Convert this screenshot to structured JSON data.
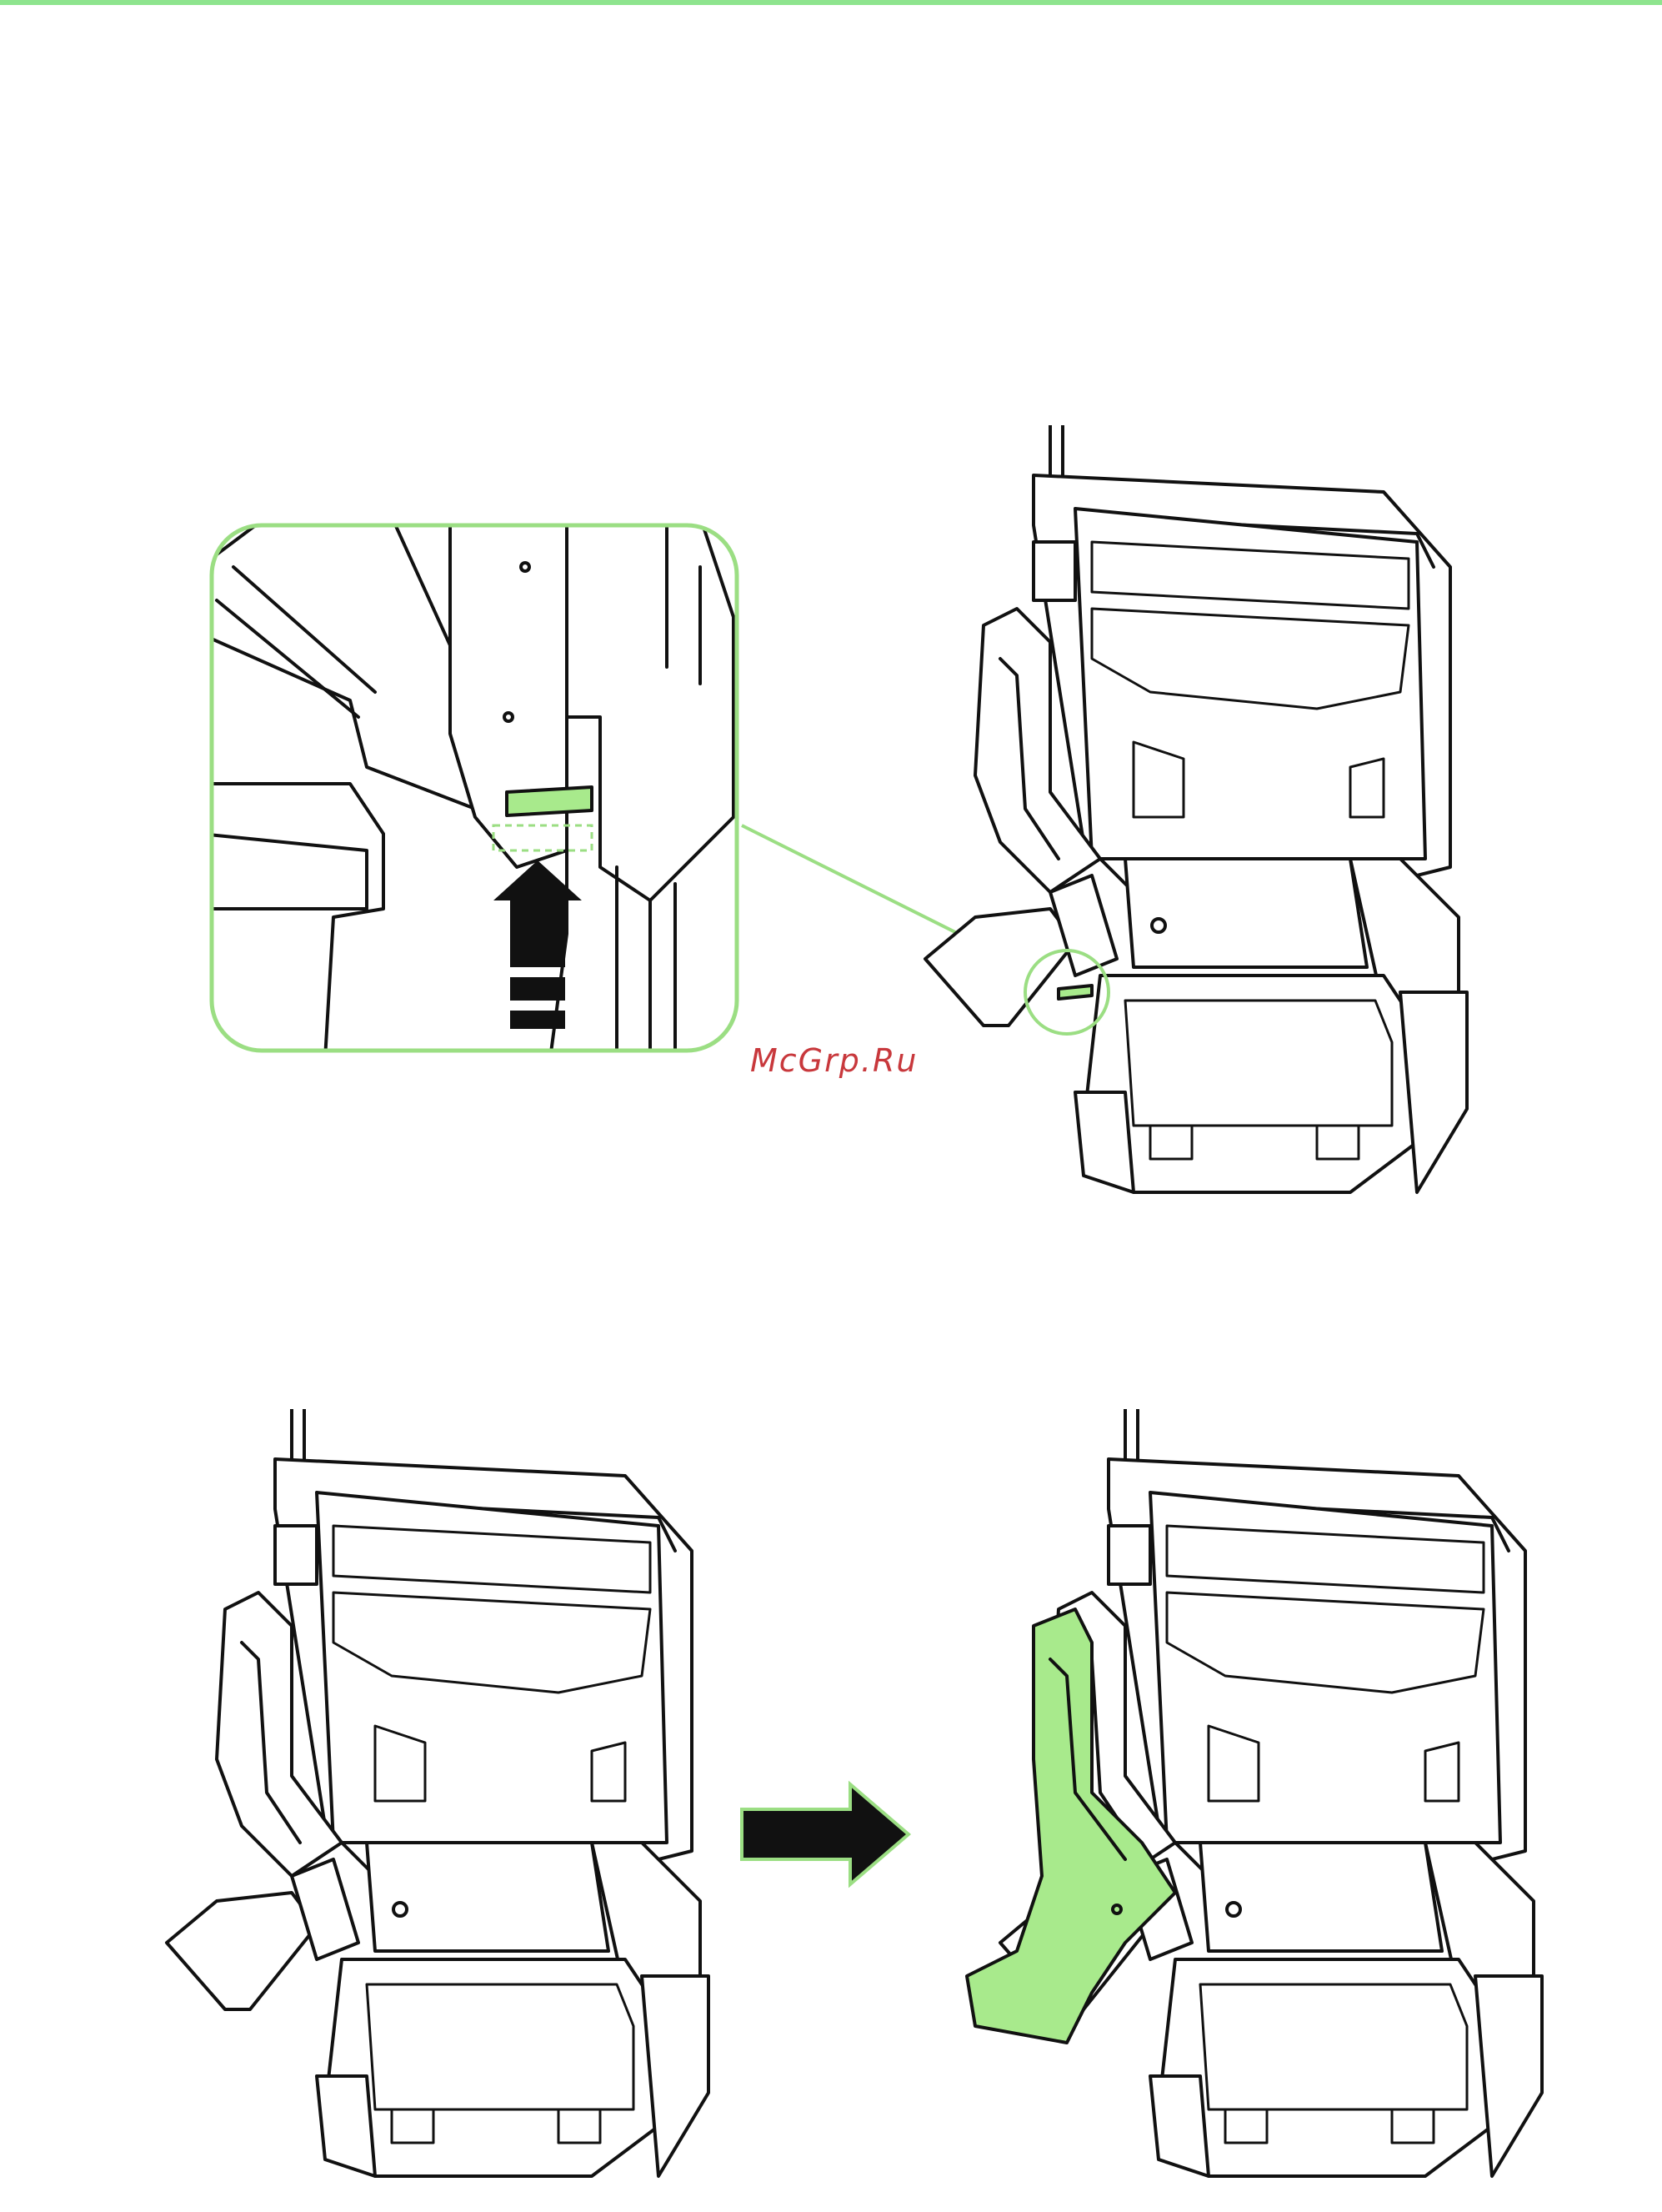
{
  "watermark": {
    "text": "McGrp.Ru",
    "color": "#c8383c"
  },
  "colors": {
    "accent_green": "#A8EA8C",
    "rule_green": "#8EE48E",
    "line": "#111111"
  },
  "figures": [
    {
      "id": "zoom-detail",
      "description_icon": "release-latch-zoom-icon"
    },
    {
      "id": "keypad-top",
      "description_icon": "keypad-icon"
    },
    {
      "id": "keypad-bottom-left",
      "description_icon": "keypad-icon"
    },
    {
      "id": "direction-arrow",
      "description_icon": "arrow-right-icon"
    },
    {
      "id": "keypad-bottom-right",
      "description_icon": "keypad-icon"
    }
  ]
}
